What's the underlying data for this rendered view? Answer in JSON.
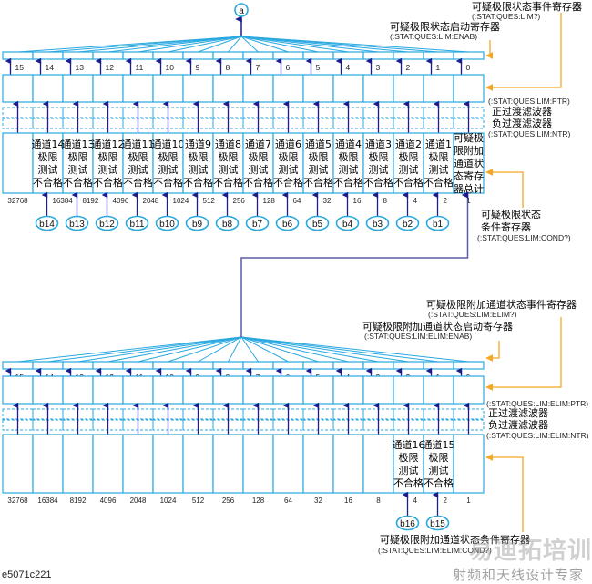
{
  "diagram": {
    "top_node_label": "a",
    "colors": {
      "register_border": "#29a8e0",
      "fan_line": "#29a8e0",
      "arrow": "#1c1c8c",
      "connector": "#5a5aa8",
      "pointer": "#f5a623",
      "oval_border": "#29a8e0"
    },
    "top": {
      "event_register": {
        "name": "可疑极限状态事件寄存器",
        "command": "(:STAT:QUES:LIM?)"
      },
      "enable_register": {
        "name": "可疑极限状态启动寄存器",
        "command": "(:STAT:QUES:LIM:ENAB)"
      },
      "ptr_command": "(:STAT:QUES:LIM:PTR)",
      "positive_filter": "正过渡滤波器",
      "negative_filter": "负过渡滤波器",
      "ntr_command": "(:STAT:QUES:LIM:NTR)",
      "condition_register": {
        "name_line1": "可疑极限状态",
        "name_line2": "条件寄存器",
        "command": "(:STAT:QUES:LIM:COND?)"
      },
      "bit_numbers": [
        "15",
        "14",
        "13",
        "12",
        "11",
        "10",
        "9",
        "8",
        "7",
        "6",
        "5",
        "4",
        "3",
        "2",
        "1",
        "0"
      ],
      "weights": [
        "32768",
        "16384",
        "8192",
        "4096",
        "2048",
        "1024",
        "512",
        "256",
        "128",
        "64",
        "32",
        "16",
        "8",
        "4",
        "2",
        "1"
      ],
      "cells": [
        "",
        "通道14|极限|测试|不合格",
        "通道13|极限|测试|不合格",
        "通道12|极限|测试|不合格",
        "通道11|极限|测试|不合格",
        "通道10|极限|测试|不合格",
        "通道9|极限|测试|不合格",
        "通道8|极限|测试|不合格",
        "通道7|极限|测试|不合格",
        "通道6|极限|测试|不合格",
        "通道5|极限|测试|不合格",
        "通道4|极限|测试|不合格",
        "通道3|极限|测试|不合格",
        "通道2|极限|测试|不合格",
        "通道1|极限|测试|不合格",
        "可疑极|限附加|通道状|态寄存|器总计"
      ],
      "inputs": [
        "",
        "b14",
        "b13",
        "b12",
        "b11",
        "b10",
        "b9",
        "b8",
        "b7",
        "b6",
        "b5",
        "b4",
        "b3",
        "b2",
        "b1",
        ""
      ]
    },
    "bottom": {
      "event_register": {
        "name": "可疑极限附加通道状态事件寄存器",
        "command": "(:STAT:QUES:LIM:ELIM?)"
      },
      "enable_register": {
        "name": "可疑极限附加通道状态启动寄存器",
        "command": "(:STAT:QUES:LIM:ELIM:ENAB)"
      },
      "ptr_command": "(:STAT:QUES:LIM:ELIM:PTR)",
      "positive_filter": "正过渡滤波器",
      "negative_filter": "负过渡滤波器",
      "ntr_command": "(:STAT:QUES:LIM:ELIM:NTR)",
      "condition_register": {
        "name": "可疑极限附加通道状态条件寄存器",
        "command": "(:STAT:QUES:LIM:ELIM:COND?)"
      },
      "bit_numbers": [
        "15",
        "14",
        "13",
        "12",
        "11",
        "10",
        "9",
        "8",
        "7",
        "6",
        "5",
        "4",
        "3",
        "2",
        "1",
        "0"
      ],
      "weights": [
        "32768",
        "16384",
        "8192",
        "4096",
        "2048",
        "1024",
        "512",
        "256",
        "128",
        "64",
        "32",
        "16",
        "8",
        "4",
        "2",
        "1"
      ],
      "cells": [
        "",
        "",
        "",
        "",
        "",
        "",
        "",
        "",
        "",
        "",
        "",
        "",
        "",
        "通道16|极限|测试|不合格",
        "通道15|极限|测试|不合格",
        ""
      ],
      "inputs": [
        "",
        "",
        "",
        "",
        "",
        "",
        "",
        "",
        "",
        "",
        "",
        "",
        "",
        "b16",
        "b15",
        ""
      ]
    },
    "figure_id": "e5071c221",
    "watermark_line1": "易迪拓培训",
    "watermark_line2": "射频和天线设计专家"
  }
}
